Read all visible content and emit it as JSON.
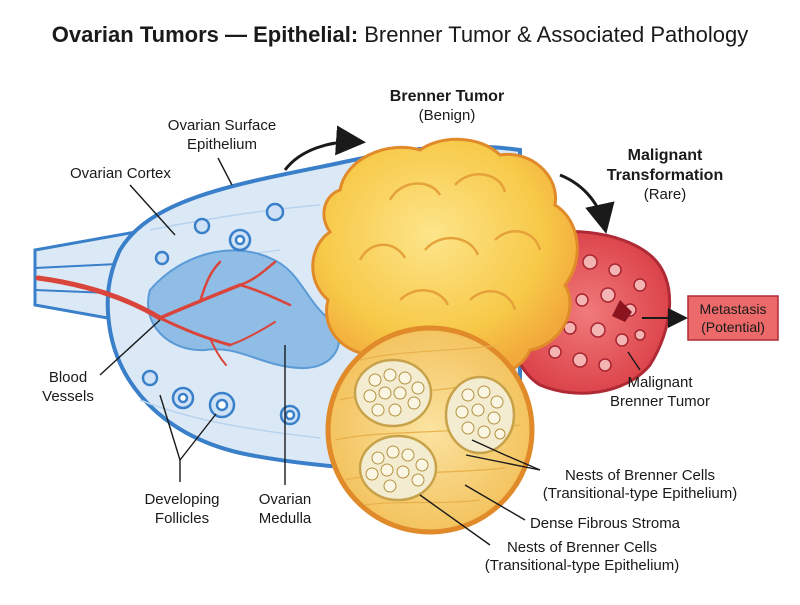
{
  "title": {
    "bold": "Ovarian Tumors — Epithelial:",
    "rest": "Brenner Tumor & Associated Pathology"
  },
  "labels": {
    "ovarian_surface_epithelium": [
      "Ovarian Surface",
      "Epithelium"
    ],
    "ovarian_cortex": "Ovarian Cortex",
    "brenner_tumor": "Brenner Tumor",
    "benign": "(Benign)",
    "malignant_transformation": [
      "Malignant",
      "Transformation"
    ],
    "rare": "(Rare)",
    "metastasis": [
      "Metastasis",
      "(Potential)"
    ],
    "malignant_brenner_tumor": [
      "Malignant",
      "Brenner Tumor"
    ],
    "blood_vessels": [
      "Blood",
      "Vessels"
    ],
    "developing_follicles": [
      "Developing",
      "Follicles"
    ],
    "ovarian_medulla": [
      "Ovarian",
      "Medulla"
    ],
    "nests_upper": [
      "Nests of Brenner Cells",
      "(Transitional-type Epithelium)"
    ],
    "dense_fibrous_stroma": "Dense Fibrous Stroma",
    "nests_lower": [
      "Nests of Brenner Cells",
      "(Transitional-type Epithelium)"
    ]
  },
  "colors": {
    "ovary_fill": "#dbe9f7",
    "ovary_outline": "#3a7fc9",
    "medulla": "#8fbde6",
    "vessel": "#d9453a",
    "tumor_yellow": "#f7c948",
    "tumor_orange": "#f2a93b",
    "malignant_red": "#e0474c",
    "metastasis_box": "#ec6a6a",
    "stroma": "#f6d27a",
    "nest": "#f4ecd0"
  }
}
